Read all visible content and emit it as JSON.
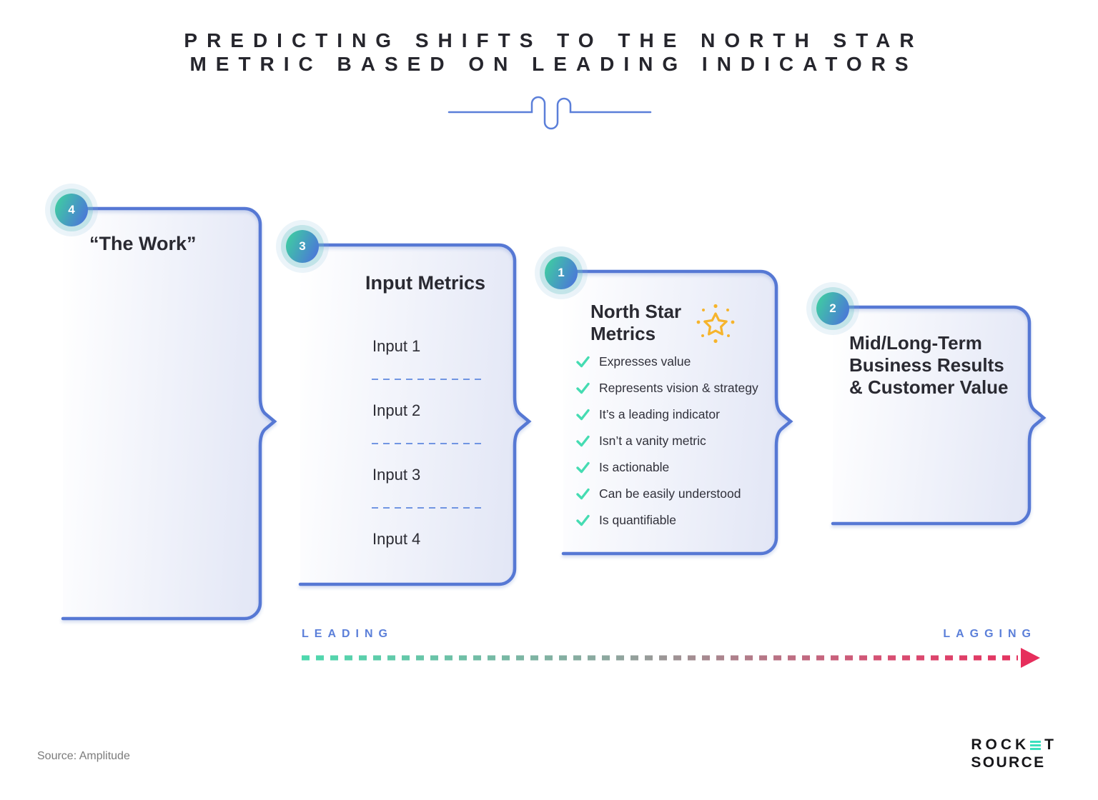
{
  "title": {
    "line1": "PREDICTING SHIFTS TO THE NORTH STAR",
    "line2": "METRIC BASED ON LEADING INDICATORS"
  },
  "panels": {
    "work": {
      "number": "4",
      "title": "“The Work”"
    },
    "inputs": {
      "number": "3",
      "title": "Input Metrics",
      "items": [
        "Input 1",
        "Input 2",
        "Input 3",
        "Input 4"
      ]
    },
    "northstar": {
      "number": "1",
      "title_line1": "North Star",
      "title_line2": "Metrics",
      "checklist": [
        "Expresses value",
        "Represents vision & strategy",
        "It’s a leading indicator",
        "Isn’t a vanity metric",
        "Is actionable",
        "Can be easily understood",
        "Is quantifiable"
      ]
    },
    "results": {
      "number": "2",
      "title_lines": [
        "Mid/Long-Term",
        "Business Results",
        "& Customer Value"
      ]
    }
  },
  "axis": {
    "leading_label": "LEADING",
    "lagging_label": "LAGGING"
  },
  "footer": {
    "source": "Source: Amplitude",
    "logo_top_pre": "ROCK",
    "logo_top_post": "T",
    "logo_bottom": "SOURCE"
  },
  "colors": {
    "panel_border_blue": "#5778d4",
    "panel_fill_light": "#e3e7f6",
    "accent_teal": "#45dcb2",
    "accent_pink": "#e62e5c",
    "star_yellow": "#f6b42c",
    "label_blue": "#5b7fd9",
    "badge_gradient_start": "#3fcaa3",
    "badge_gradient_end": "#4b77d8"
  }
}
